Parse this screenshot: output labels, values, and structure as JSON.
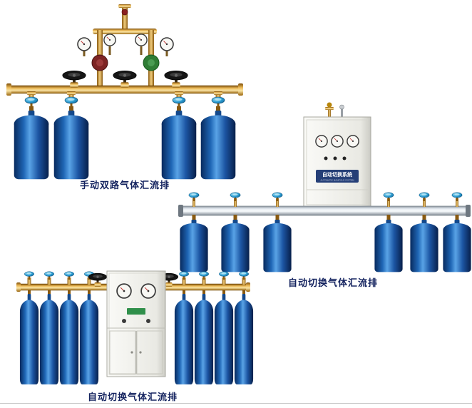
{
  "page": {
    "background": "#ffffff",
    "footer_rule_color": "#c9c9c9"
  },
  "colors": {
    "cylinder_blue_dark": "#082a5e",
    "cylinder_blue_mid": "#1f66b5",
    "cylinder_blue_light": "#59a3e6",
    "brass_light": "#f9e3a4",
    "brass_mid": "#eebc5a",
    "brass_dark": "#7c4d07",
    "aluminum_light": "#f7fafc",
    "aluminum_dark": "#7e8892",
    "knob_blue": "#2e9fd4",
    "caption_color": "#14235f"
  },
  "figures": {
    "manual_dual": {
      "caption": "手动双路气体汇流排"
    },
    "auto_switch_a": {
      "caption": "自动切换气体汇流排",
      "cabinet_title": "自动切换系统",
      "cabinet_subtitle": "AUTOMATIC MANIFOLD SYSTEM"
    },
    "auto_switch_b": {
      "caption": "自动切换气体汇流排"
    }
  }
}
